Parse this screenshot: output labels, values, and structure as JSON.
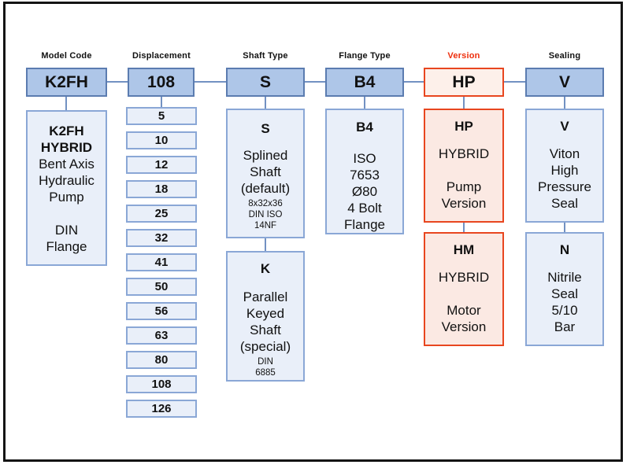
{
  "diagram": {
    "title_semantic": "K2FH hydraulic pump model code breakdown",
    "colors": {
      "header_fill": "#aec6e8",
      "header_border": "#5b7cb0",
      "detail_fill": "#e9eff9",
      "detail_border": "#8aa7d6",
      "red_header_fill": "#fdf0ea",
      "red_detail_fill": "#fbe9e3",
      "red_border": "#e8461f",
      "connector": "#7291c2",
      "version_label": "#ee2e0c",
      "frame": "#141414",
      "text": "#111111"
    },
    "columns": [
      {
        "label": "Model Code",
        "code": "K2FH",
        "boxes": [
          {
            "title": "K2FH\nHYBRID",
            "body": "Bent Axis\nHydraulic\nPump\n\nDIN\nFlange"
          }
        ]
      },
      {
        "label": "Displacement",
        "code": "108",
        "options": [
          "5",
          "10",
          "12",
          "18",
          "25",
          "32",
          "41",
          "50",
          "56",
          "63",
          "80",
          "108",
          "126"
        ]
      },
      {
        "label": "Shaft Type",
        "code": "S",
        "boxes": [
          {
            "title": "S",
            "body": "Splined\nShaft\n(default)",
            "note": "8x32x36\nDIN ISO\n14NF"
          },
          {
            "title": "K",
            "body": "Parallel\nKeyed\nShaft\n(special)",
            "note": "DIN\n6885"
          }
        ]
      },
      {
        "label": "Flange Type",
        "code": "B4",
        "boxes": [
          {
            "title": "B4",
            "body": "ISO\n7653\nØ80\n4 Bolt\nFlange"
          }
        ]
      },
      {
        "label": "Version",
        "code": "HP",
        "boxes": [
          {
            "title": "HP",
            "body": "HYBRID\n\nPump\nVersion"
          },
          {
            "title": "HM",
            "body": "HYBRID\n\nMotor\nVersion"
          }
        ]
      },
      {
        "label": "Sealing",
        "code": "V",
        "boxes": [
          {
            "title": "V",
            "body": "Viton\nHigh\nPressure\nSeal"
          },
          {
            "title": "N",
            "body": "Nitrile\nSeal\n5/10\nBar"
          }
        ]
      }
    ]
  }
}
